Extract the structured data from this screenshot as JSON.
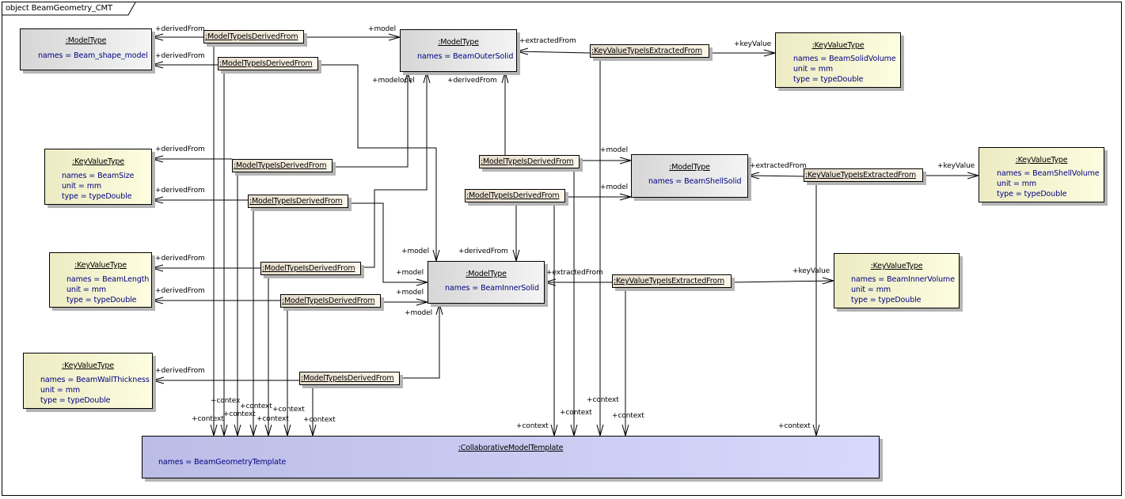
{
  "frame": {
    "title": "object BeamGeometry_CMT"
  },
  "model_nodes": [
    {
      "id": "beam-shape-model",
      "title": ":ModelType",
      "attrs": [
        "names = Beam_shape_model"
      ]
    },
    {
      "id": "beam-outer-solid",
      "title": ":ModelType",
      "attrs": [
        "names = BeamOuterSolid"
      ]
    },
    {
      "id": "beam-shell-solid",
      "title": ":ModelType",
      "attrs": [
        "names = BeamShellSolid"
      ]
    },
    {
      "id": "beam-inner-solid",
      "title": ":ModelType",
      "attrs": [
        "names = BeamInnerSolid"
      ]
    }
  ],
  "keyvalue_nodes": [
    {
      "id": "beam-solid-volume",
      "title": ":KeyValueType",
      "attrs": [
        "names = BeamSolidVolume",
        "unit = mm",
        "type = typeDouble"
      ]
    },
    {
      "id": "beam-shell-volume",
      "title": ":KeyValueType",
      "attrs": [
        "names = BeamShellVolume",
        "unit = mm",
        "type = typeDouble"
      ]
    },
    {
      "id": "beam-inner-volume",
      "title": ":KeyValueType",
      "attrs": [
        "names = BeamInnerVolume",
        "unit = mm",
        "type = typeDouble"
      ]
    },
    {
      "id": "beam-size",
      "title": ":KeyValueType",
      "attrs": [
        "names = BeamSize",
        "unit = mm",
        "type = typeDouble"
      ]
    },
    {
      "id": "beam-length",
      "title": ":KeyValueType",
      "attrs": [
        "names = BeamLength",
        "unit = mm",
        "type = typeDouble"
      ]
    },
    {
      "id": "beam-wall-thickness",
      "title": ":KeyValueType",
      "attrs": [
        "names = BeamWallThickness",
        "unit = mm",
        "type = typeDouble"
      ]
    }
  ],
  "assoc_nodes": [
    {
      "id": "derived-1",
      "title": ":ModelTypeIsDerivedFrom"
    },
    {
      "id": "derived-2",
      "title": ":ModelTypeIsDerivedFrom"
    },
    {
      "id": "derived-3",
      "title": ":ModelTypeIsDerivedFrom"
    },
    {
      "id": "derived-4",
      "title": ":ModelTypeIsDerivedFrom"
    },
    {
      "id": "derived-5",
      "title": ":ModelTypeIsDerivedFrom"
    },
    {
      "id": "derived-6",
      "title": ":ModelTypeIsDerivedFrom"
    },
    {
      "id": "derived-7",
      "title": ":ModelTypeIsDerivedFrom"
    },
    {
      "id": "derived-8",
      "title": ":ModelTypeIsDerivedFrom"
    },
    {
      "id": "derived-9",
      "title": ":ModelTypeIsDerivedFrom"
    },
    {
      "id": "extracted-1",
      "title": ":KeyValueTypeIsExtractedFrom"
    },
    {
      "id": "extracted-2",
      "title": ":KeyValueTypeIsExtractedFrom"
    },
    {
      "id": "extracted-3",
      "title": ":KeyValueTypeIsExtractedFrom"
    }
  ],
  "template": {
    "title": ":CollaborativeModelTemplate",
    "attrs": [
      "names = BeamGeometryTemplate"
    ]
  },
  "role_labels": {
    "derived_from": "+derivedFrom",
    "model": "+model",
    "model_overlap": "+modelodel",
    "extracted_from": "+extractedFrom",
    "key_value": "+keyValue",
    "context": "+context",
    "context_clipped": "+contex"
  }
}
